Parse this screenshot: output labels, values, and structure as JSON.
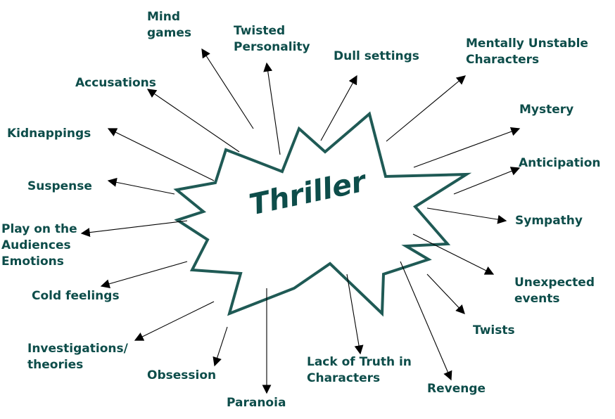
{
  "title": "Thriller",
  "colors": {
    "text": "#0d4d4a",
    "burst_stroke": "#1f5a55",
    "arrow": "#000000"
  },
  "labels": {
    "mind_games": "Mind\ngames",
    "twisted_personality": "Twisted\nPersonality",
    "dull_settings": "Dull settings",
    "mentally_unstable": "Mentally Unstable\nCharacters",
    "accusations": "Accusations",
    "mystery": "Mystery",
    "kidnappings": "Kidnappings",
    "anticipation": "Anticipation",
    "suspense": "Suspense",
    "sympathy": "Sympathy",
    "play_on_emotions": "Play on the\nAudiences\nEmotions",
    "unexpected_events": "Unexpected\nevents",
    "cold_feelings": "Cold feelings",
    "twists": "Twists",
    "investigations": "Investigations/\ntheories",
    "obsession": "Obsession",
    "lack_of_truth": "Lack of Truth in\nCharacters",
    "revenge": "Revenge",
    "paranoia": "Paranoia"
  }
}
